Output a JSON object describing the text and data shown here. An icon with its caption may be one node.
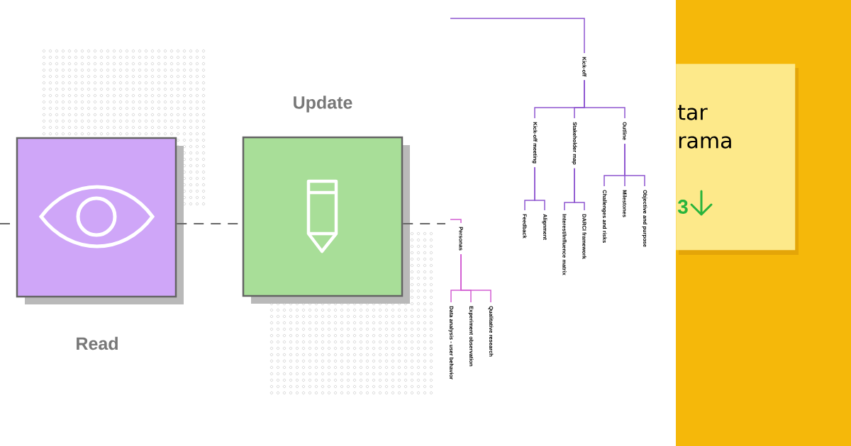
{
  "diagram": {
    "nodes": [
      {
        "text": [
          "Read"
        ]
      },
      {
        "text": [
          "Update"
        ]
      },
      {
        "text": [
          "Kick-off"
        ]
      },
      {
        "text": [
          "Kick-off meeting"
        ]
      },
      {
        "text": [
          "Stakeholder map"
        ]
      },
      {
        "text": [
          "Outline"
        ]
      },
      {
        "text": [
          "Feedback"
        ]
      },
      {
        "text": [
          "Alignment"
        ]
      },
      {
        "text": [
          "Interest/Influence matrix"
        ]
      },
      {
        "text": [
          "DARCI framework"
        ]
      },
      {
        "text": [
          "Challenges and risks"
        ]
      },
      {
        "text": [
          "Milestones"
        ]
      },
      {
        "text": [
          "Objective and purpose"
        ]
      },
      {
        "text": [
          "Personas"
        ]
      },
      {
        "text": [
          "Data analysis - user behavior"
        ]
      },
      {
        "text": [
          "Experiment observation"
        ]
      },
      {
        "text": [
          "Qualitative research"
        ]
      },
      {
        "text": [
          "tar rama",
          "3"
        ]
      }
    ],
    "edges": [
      {
        "from": null,
        "to": 0,
        "arrow": "none",
        "style": "dashed",
        "color": "#666666"
      },
      {
        "from": 0,
        "to": 1,
        "arrow": "none",
        "style": "dashed",
        "color": "#666666"
      },
      {
        "from": 1,
        "to": 13,
        "arrow": "none",
        "style": "dashed",
        "color": "#666666"
      },
      {
        "from": null,
        "to": 2,
        "arrow": "none"
      },
      {
        "from": 2,
        "to": 3,
        "arrow": "none"
      },
      {
        "from": 2,
        "to": 4,
        "arrow": "none"
      },
      {
        "from": 2,
        "to": 5,
        "arrow": "none"
      },
      {
        "from": 3,
        "to": 6,
        "arrow": "none"
      },
      {
        "from": 3,
        "to": 7,
        "arrow": "none"
      },
      {
        "from": 4,
        "to": 8,
        "arrow": "none"
      },
      {
        "from": 4,
        "to": 9,
        "arrow": "none"
      },
      {
        "from": 5,
        "to": 10,
        "arrow": "none"
      },
      {
        "from": 5,
        "to": 11,
        "arrow": "none"
      },
      {
        "from": 5,
        "to": 12,
        "arrow": "none"
      },
      {
        "from": null,
        "to": 13,
        "arrow": "none",
        "color": "#d35fd3"
      },
      {
        "from": 13,
        "to": 14,
        "arrow": "none",
        "color": "#d35fd3"
      },
      {
        "from": 13,
        "to": 15,
        "arrow": "none",
        "color": "#d35fd3"
      },
      {
        "from": 13,
        "to": 16,
        "arrow": "none",
        "color": "#d35fd3"
      }
    ]
  }
}
